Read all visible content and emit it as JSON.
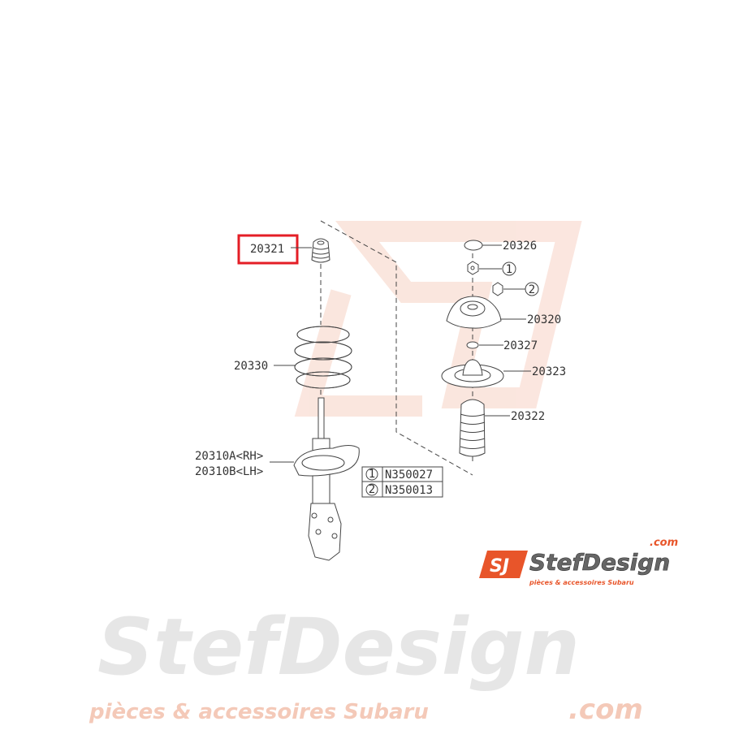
{
  "watermark": {
    "brand": "StefDesign",
    "domain": ".com",
    "tagline": "pièces & accessoires Subaru",
    "color": "#f4c9b8"
  },
  "logo": {
    "brand": "StefDesign",
    "domain": ".com",
    "tagline": "pièces & accessoires Subaru",
    "accent": "#e8552a"
  },
  "highlight": {
    "part": "20321",
    "color": "#e41e26"
  },
  "parts": {
    "p20321": "20321",
    "p20330": "20330",
    "p20310a": "20310A<RH>",
    "p20310b": "20310B<LH>",
    "p20326": "20326",
    "p20320": "20320",
    "p20327": "20327",
    "p20323": "20323",
    "p20322": "20322",
    "ref1": "1",
    "ref2": "2"
  },
  "legend_table": [
    {
      "ref": "1",
      "part": "N350027"
    },
    {
      "ref": "2",
      "part": "N350013"
    }
  ]
}
